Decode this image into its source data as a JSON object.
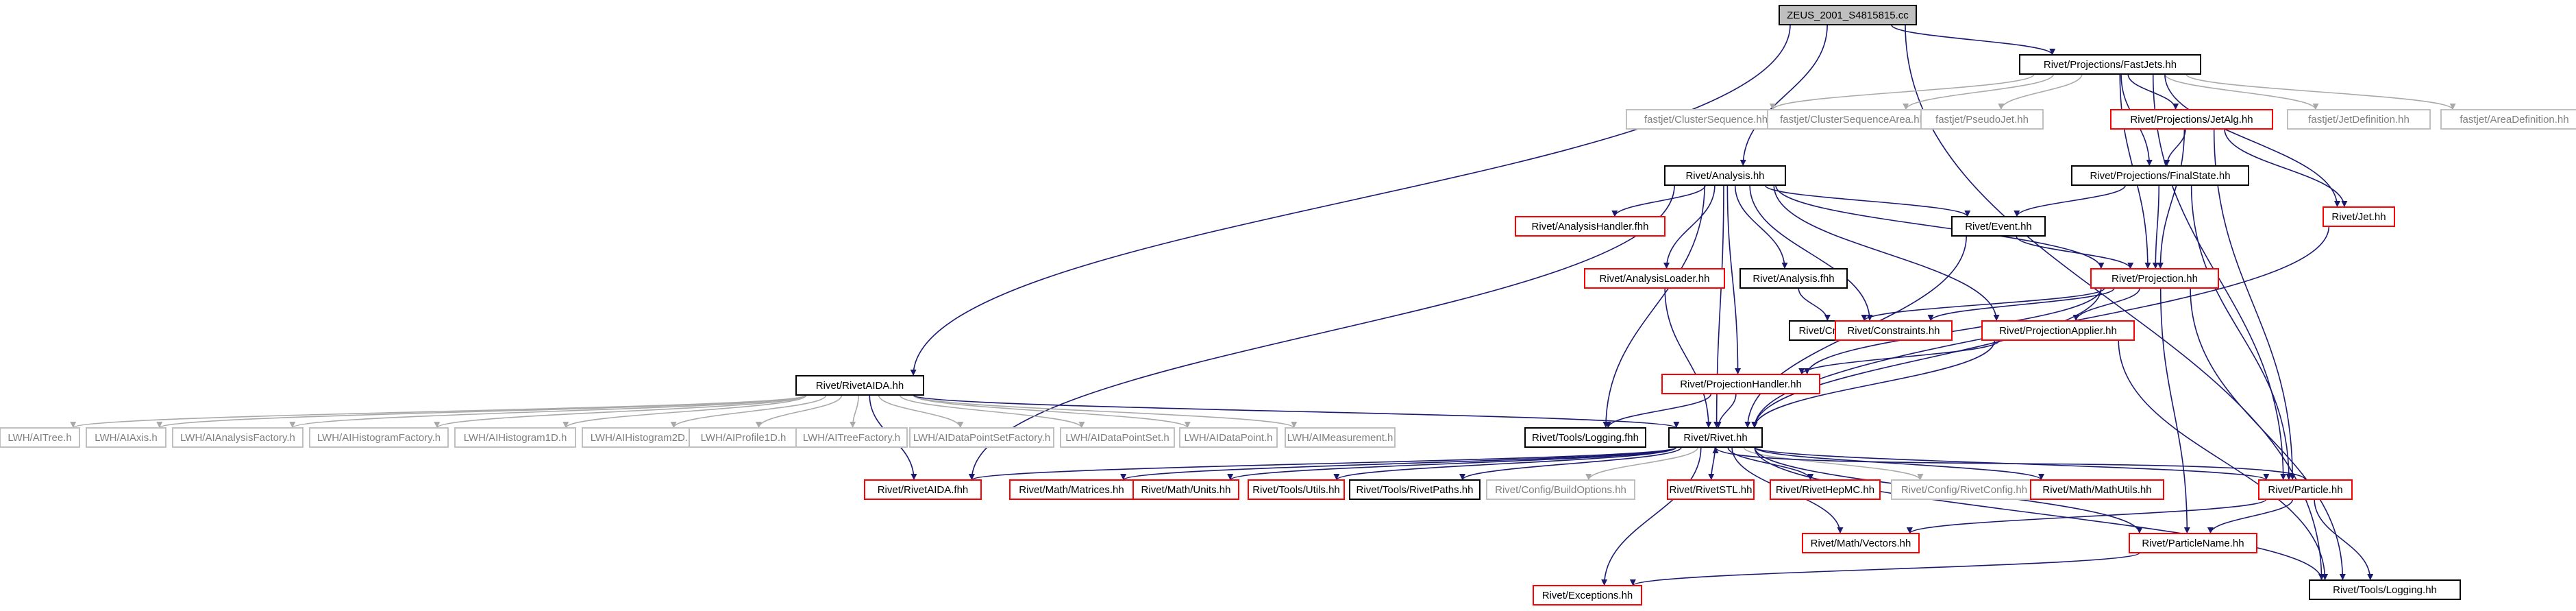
{
  "colors": {
    "edge_local": "#191970",
    "edge_external": "#a9a9a9",
    "border_local": "#000000",
    "border_documented": "#ff0000",
    "border_external": "#c0c0c0",
    "root_fill": "#bfbfbf"
  },
  "nodes": [
    {
      "id": "root",
      "label": "ZEUS_2001_S4815815.cc",
      "kind": "root"
    },
    {
      "id": "fastjets",
      "label": "Rivet/Projections/FastJets.hh",
      "kind": "local"
    },
    {
      "id": "analysis_hh",
      "label": "Rivet/Analysis.hh",
      "kind": "local"
    },
    {
      "id": "rivetaida_hh",
      "label": "Rivet/RivetAIDA.hh",
      "kind": "local"
    },
    {
      "id": "toolslogging_hh",
      "label": "Rivet/Tools/Logging.hh",
      "kind": "local"
    },
    {
      "id": "fj_cs",
      "label": "fastjet/ClusterSequence.hh",
      "kind": "ext"
    },
    {
      "id": "fj_csa",
      "label": "fastjet/ClusterSequenceArea.hh",
      "kind": "ext"
    },
    {
      "id": "fj_pj",
      "label": "fastjet/PseudoJet.hh",
      "kind": "ext"
    },
    {
      "id": "jetalg",
      "label": "Rivet/Projections/JetAlg.hh",
      "kind": "red"
    },
    {
      "id": "fj_jd",
      "label": "fastjet/JetDefinition.hh",
      "kind": "ext"
    },
    {
      "id": "fj_ad",
      "label": "fastjet/AreaDefinition.hh",
      "kind": "ext"
    },
    {
      "id": "finalstate",
      "label": "Rivet/Projections/FinalState.hh",
      "kind": "local"
    },
    {
      "id": "jet_hh",
      "label": "Rivet/Jet.hh",
      "kind": "red"
    },
    {
      "id": "ahandler",
      "label": "Rivet/AnalysisHandler.fhh",
      "kind": "red"
    },
    {
      "id": "event_hh",
      "label": "Rivet/Event.hh",
      "kind": "local"
    },
    {
      "id": "aloader",
      "label": "Rivet/AnalysisLoader.hh",
      "kind": "red"
    },
    {
      "id": "analysis_fhh",
      "label": "Rivet/Analysis.fhh",
      "kind": "local"
    },
    {
      "id": "projection_hh",
      "label": "Rivet/Projection.hh",
      "kind": "red"
    },
    {
      "id": "cmp_fhh",
      "label": "Rivet/Cmp.fhh",
      "kind": "local"
    },
    {
      "id": "constraints",
      "label": "Rivet/Constraints.hh",
      "kind": "red"
    },
    {
      "id": "papplier",
      "label": "Rivet/ProjectionApplier.hh",
      "kind": "red"
    },
    {
      "id": "phandler",
      "label": "Rivet/ProjectionHandler.hh",
      "kind": "red"
    },
    {
      "id": "lwh_itree",
      "label": "LWH/AITree.h",
      "kind": "ext"
    },
    {
      "id": "lwh_iaxis",
      "label": "LWH/AIAxis.h",
      "kind": "ext"
    },
    {
      "id": "lwh_iaf",
      "label": "LWH/AIAnalysisFactory.h",
      "kind": "ext"
    },
    {
      "id": "lwh_ihf",
      "label": "LWH/AIHistogramFactory.h",
      "kind": "ext"
    },
    {
      "id": "lwh_ih1",
      "label": "LWH/AIHistogram1D.h",
      "kind": "ext"
    },
    {
      "id": "lwh_ih2",
      "label": "LWH/AIHistogram2D.h",
      "kind": "ext"
    },
    {
      "id": "lwh_ip1",
      "label": "LWH/AIProfile1D.h",
      "kind": "ext"
    },
    {
      "id": "lwh_itf",
      "label": "LWH/AITreeFactory.h",
      "kind": "ext"
    },
    {
      "id": "lwh_idpsf",
      "label": "LWH/AIDataPointSetFactory.h",
      "kind": "ext"
    },
    {
      "id": "lwh_idps",
      "label": "LWH/AIDataPointSet.h",
      "kind": "ext"
    },
    {
      "id": "lwh_idp",
      "label": "LWH/AIDataPoint.h",
      "kind": "ext"
    },
    {
      "id": "lwh_im",
      "label": "LWH/AIMeasurement.h",
      "kind": "ext"
    },
    {
      "id": "toolslogging_fhh",
      "label": "Rivet/Tools/Logging.fhh",
      "kind": "local"
    },
    {
      "id": "rivet_hh",
      "label": "Rivet/Rivet.hh",
      "kind": "local"
    },
    {
      "id": "rivetaida_fhh",
      "label": "Rivet/RivetAIDA.fhh",
      "kind": "red"
    },
    {
      "id": "matrices",
      "label": "Rivet/Math/Matrices.hh",
      "kind": "red"
    },
    {
      "id": "units",
      "label": "Rivet/Math/Units.hh",
      "kind": "red"
    },
    {
      "id": "toolsutils",
      "label": "Rivet/Tools/Utils.hh",
      "kind": "red"
    },
    {
      "id": "rivetpaths",
      "label": "Rivet/Tools/RivetPaths.hh",
      "kind": "local"
    },
    {
      "id": "buildopts",
      "label": "Rivet/Config/BuildOptions.hh",
      "kind": "ext"
    },
    {
      "id": "rivetstl",
      "label": "Rivet/RivetSTL.hh",
      "kind": "red"
    },
    {
      "id": "rivethepmc",
      "label": "Rivet/RivetHepMC.hh",
      "kind": "red"
    },
    {
      "id": "rivetconfig",
      "label": "Rivet/Config/RivetConfig.hh",
      "kind": "ext"
    },
    {
      "id": "mathutils",
      "label": "Rivet/Math/MathUtils.hh",
      "kind": "red"
    },
    {
      "id": "particle_hh",
      "label": "Rivet/Particle.hh",
      "kind": "red"
    },
    {
      "id": "toolslogging_hh2",
      "label": "Rivet/Tools/Logging.hh",
      "kind": "local"
    },
    {
      "id": "vectors",
      "label": "Rivet/Math/Vectors.hh",
      "kind": "red"
    },
    {
      "id": "particlename",
      "label": "Rivet/ParticleName.hh",
      "kind": "red"
    },
    {
      "id": "exceptions",
      "label": "Rivet/Exceptions.hh",
      "kind": "red"
    }
  ],
  "edges": [
    [
      "root",
      "fastjets"
    ],
    [
      "root",
      "analysis_hh"
    ],
    [
      "root",
      "rivetaida_hh"
    ],
    [
      "root",
      "toolslogging_hh2"
    ],
    [
      "fastjets",
      "fj_cs"
    ],
    [
      "fastjets",
      "fj_csa"
    ],
    [
      "fastjets",
      "fj_pj"
    ],
    [
      "fastjets",
      "jetalg"
    ],
    [
      "fastjets",
      "fj_jd"
    ],
    [
      "fastjets",
      "fj_ad"
    ],
    [
      "fastjets",
      "finalstate"
    ],
    [
      "fastjets",
      "jet_hh"
    ],
    [
      "fastjets",
      "projection_hh"
    ],
    [
      "fastjets",
      "particle_hh"
    ],
    [
      "jetalg",
      "finalstate"
    ],
    [
      "jetalg",
      "jet_hh"
    ],
    [
      "jetalg",
      "projection_hh"
    ],
    [
      "jetalg",
      "particle_hh"
    ],
    [
      "finalstate",
      "event_hh"
    ],
    [
      "finalstate",
      "projection_hh"
    ],
    [
      "finalstate",
      "particle_hh"
    ],
    [
      "jet_hh",
      "rivet_hh"
    ],
    [
      "analysis_hh",
      "ahandler"
    ],
    [
      "analysis_hh",
      "event_hh"
    ],
    [
      "analysis_hh",
      "aloader"
    ],
    [
      "analysis_hh",
      "analysis_fhh"
    ],
    [
      "analysis_hh",
      "projection_hh"
    ],
    [
      "analysis_hh",
      "constraints"
    ],
    [
      "analysis_hh",
      "papplier"
    ],
    [
      "analysis_hh",
      "phandler"
    ],
    [
      "analysis_hh",
      "rivet_hh"
    ],
    [
      "analysis_hh",
      "toolslogging_fhh"
    ],
    [
      "analysis_hh",
      "rivetaida_fhh"
    ],
    [
      "event_hh",
      "projection_hh"
    ],
    [
      "event_hh",
      "rivet_hh"
    ],
    [
      "aloader",
      "rivet_hh"
    ],
    [
      "analysis_fhh",
      "cmp_fhh"
    ],
    [
      "projection_hh",
      "cmp_fhh"
    ],
    [
      "projection_hh",
      "constraints"
    ],
    [
      "projection_hh",
      "papplier"
    ],
    [
      "projection_hh",
      "phandler"
    ],
    [
      "projection_hh",
      "rivet_hh"
    ],
    [
      "projection_hh",
      "particlename"
    ],
    [
      "projection_hh",
      "toolslogging_hh2"
    ],
    [
      "papplier",
      "phandler"
    ],
    [
      "papplier",
      "rivet_hh"
    ],
    [
      "papplier",
      "toolslogging_hh2"
    ],
    [
      "phandler",
      "rivet_hh"
    ],
    [
      "phandler",
      "toolslogging_fhh"
    ],
    [
      "rivetaida_hh",
      "lwh_itree"
    ],
    [
      "rivetaida_hh",
      "lwh_iaxis"
    ],
    [
      "rivetaida_hh",
      "lwh_iaf"
    ],
    [
      "rivetaida_hh",
      "lwh_ihf"
    ],
    [
      "rivetaida_hh",
      "lwh_ih1"
    ],
    [
      "rivetaida_hh",
      "lwh_ih2"
    ],
    [
      "rivetaida_hh",
      "lwh_ip1"
    ],
    [
      "rivetaida_hh",
      "lwh_itf"
    ],
    [
      "rivetaida_hh",
      "lwh_idpsf"
    ],
    [
      "rivetaida_hh",
      "lwh_idps"
    ],
    [
      "rivetaida_hh",
      "lwh_idp"
    ],
    [
      "rivetaida_hh",
      "lwh_im"
    ],
    [
      "rivetaida_hh",
      "rivet_hh"
    ],
    [
      "rivetaida_hh",
      "rivetaida_fhh"
    ],
    [
      "rivet_hh",
      "rivetaida_fhh"
    ],
    [
      "rivet_hh",
      "matrices"
    ],
    [
      "rivet_hh",
      "units"
    ],
    [
      "rivet_hh",
      "toolsutils"
    ],
    [
      "rivet_hh",
      "rivetpaths"
    ],
    [
      "rivet_hh",
      "buildopts"
    ],
    [
      "rivet_hh",
      "rivetstl"
    ],
    [
      "rivet_hh",
      "rivethepmc"
    ],
    [
      "rivet_hh",
      "rivetconfig"
    ],
    [
      "rivet_hh",
      "mathutils"
    ],
    [
      "rivet_hh",
      "particle_hh"
    ],
    [
      "rivet_hh",
      "toolslogging_hh2"
    ],
    [
      "rivet_hh",
      "vectors"
    ],
    [
      "rivet_hh",
      "particlename"
    ],
    [
      "rivet_hh",
      "exceptions"
    ],
    [
      "particle_hh",
      "rivet_hh"
    ],
    [
      "particle_hh",
      "vectors"
    ],
    [
      "particle_hh",
      "particlename"
    ],
    [
      "particle_hh",
      "toolslogging_hh2"
    ],
    [
      "particlename",
      "exceptions"
    ]
  ]
}
